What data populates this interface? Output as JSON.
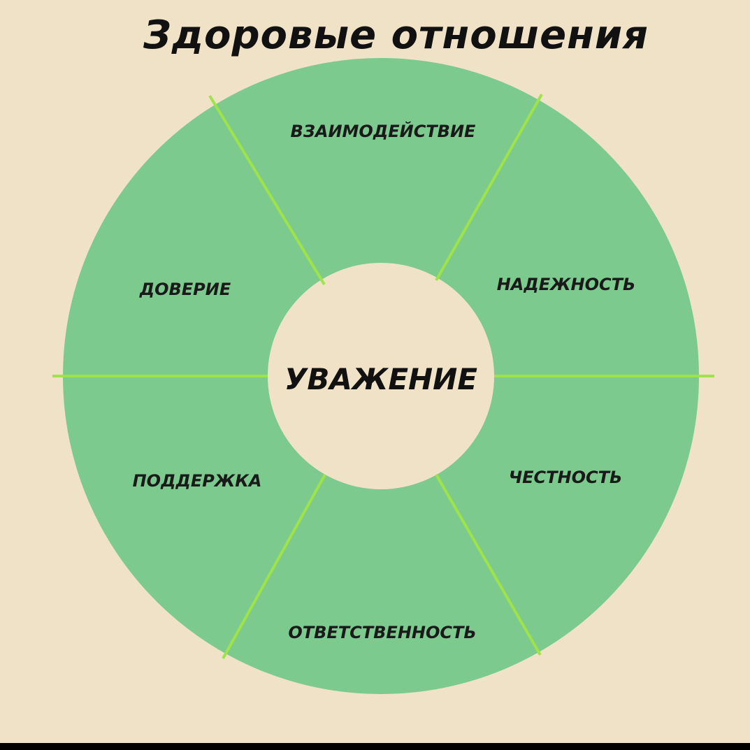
{
  "title": "Здоровые отношения",
  "center": "УВАЖЕНИЕ",
  "segments": [
    {
      "id": "interaction",
      "label": "ВЗАИМОДЕЙСТВИЕ"
    },
    {
      "id": "reliability",
      "label": "НАДЕЖНОСТЬ"
    },
    {
      "id": "honesty",
      "label": "ЧЕСТНОСТЬ"
    },
    {
      "id": "responsibility",
      "label": "ОТВЕТСТВЕННОСТЬ"
    },
    {
      "id": "support",
      "label": "ПОДДЕРЖКА"
    },
    {
      "id": "trust",
      "label": "ДОВЕРИЕ"
    }
  ],
  "colors": {
    "background": "#f0e2c6",
    "ring": "#7dca8e",
    "divider": "#9ee34a",
    "text": "#1a1a1a"
  }
}
